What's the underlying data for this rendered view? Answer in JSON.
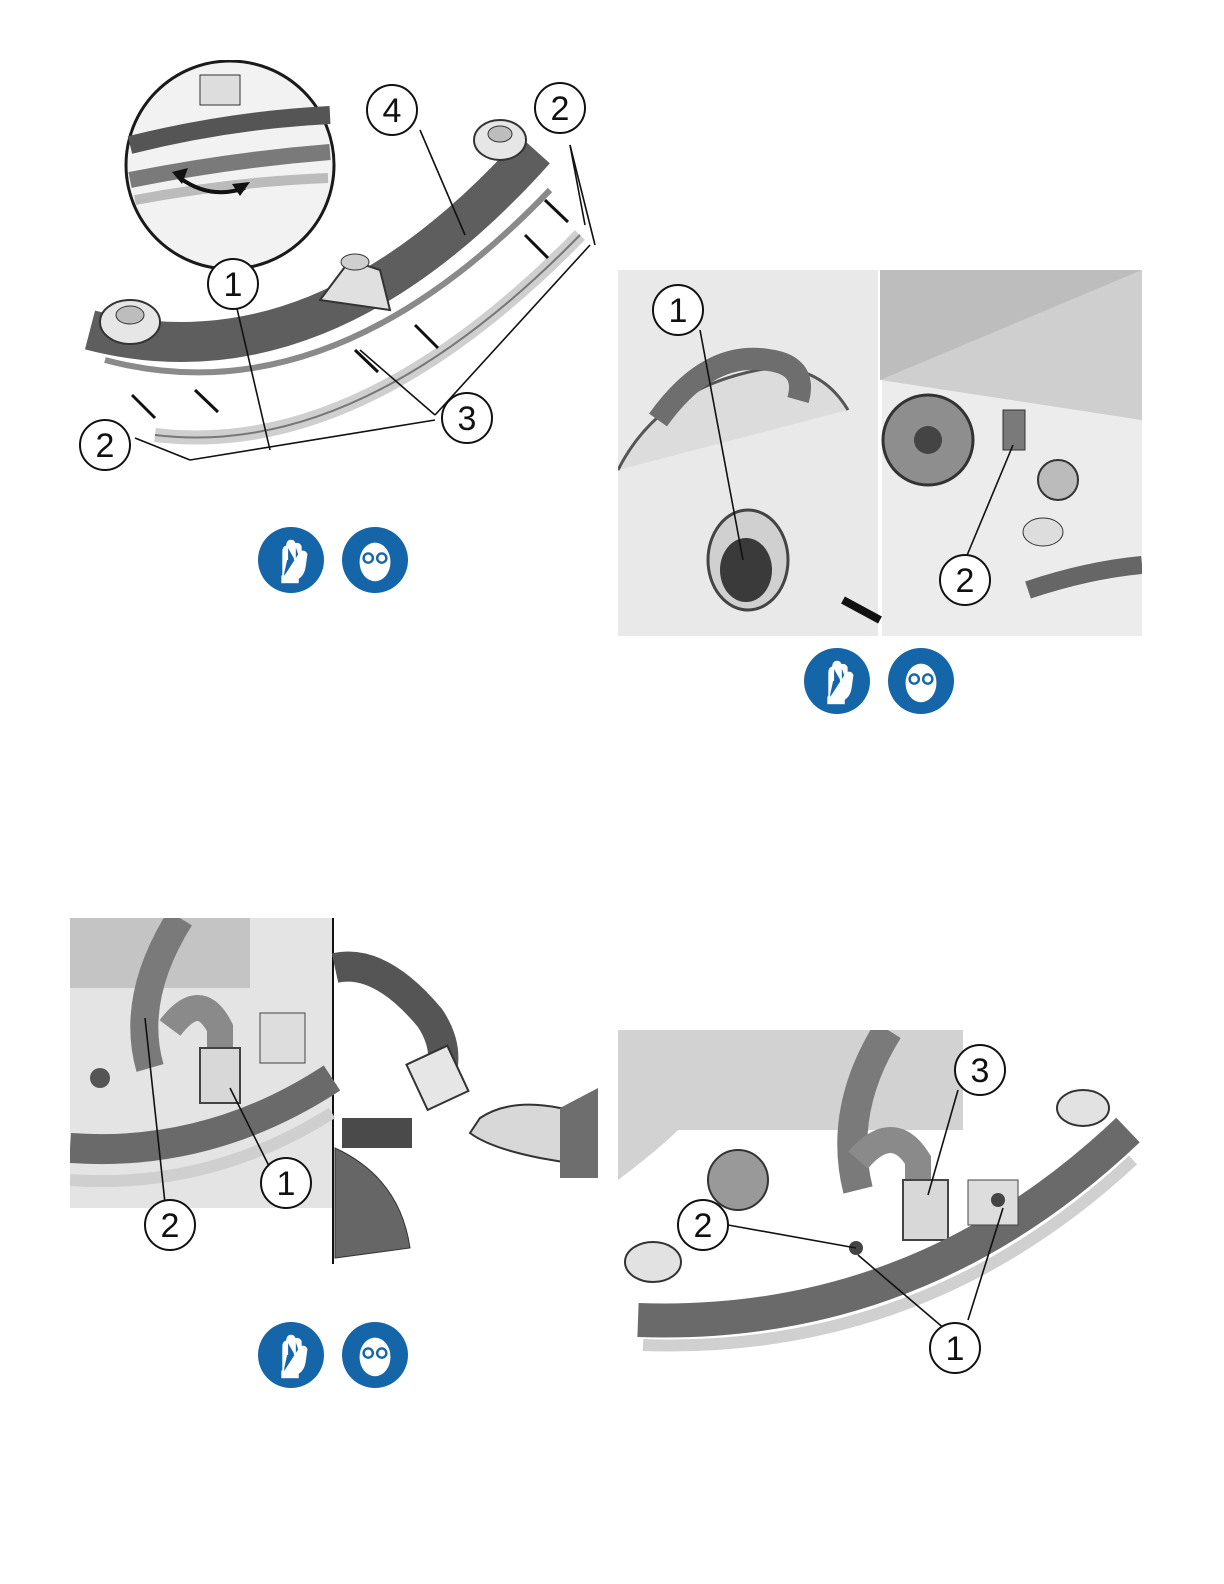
{
  "figures": [
    {
      "id": "squeegee-blade-replacement",
      "callouts": [
        "1",
        "2",
        "2",
        "3",
        "4"
      ],
      "safety_icons": [
        "protective-gloves-icon",
        "eye-protection-icon"
      ]
    },
    {
      "id": "recovery-hose-drain",
      "callouts": [
        "1",
        "2"
      ],
      "safety_icons": [
        "protective-gloves-icon",
        "eye-protection-icon"
      ]
    },
    {
      "id": "squeegee-hose-disconnect",
      "callouts": [
        "1",
        "2"
      ],
      "safety_icons": [
        "protective-gloves-icon",
        "eye-protection-icon"
      ]
    },
    {
      "id": "squeegee-assembly-removal",
      "callouts": [
        "1",
        "2",
        "3"
      ],
      "safety_icons": []
    }
  ],
  "colors": {
    "safety_blue": "#1565a9",
    "line_art": "#1a1a1a",
    "shade_dark": "#6b6b6b",
    "shade_light": "#d8d8d8"
  }
}
